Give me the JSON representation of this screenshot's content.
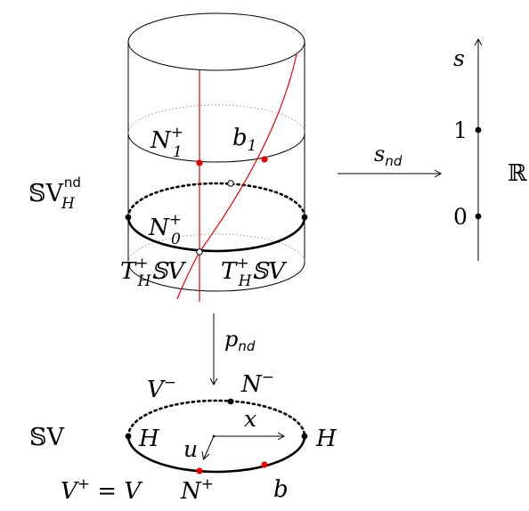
{
  "labels": {
    "svh_nd_main": "𝕊V",
    "svh_nd_sub": "H",
    "svh_nd_sup": "nd",
    "n1_main": "N",
    "n1_sup": "+",
    "n1_sub": "1",
    "b1_main": "b",
    "b1_sub": "1",
    "n0_main": "N",
    "n0_sup": "+",
    "n0_sub": "0",
    "th_left_main": "T",
    "th_left_sup": "+",
    "th_left_sub": "H",
    "th_left_tail": "𝕊V",
    "th_right_main": "T",
    "th_right_sup": "+",
    "th_right_sub": "H",
    "th_right_tail": "𝕊V",
    "snd_main": "s",
    "snd_sub": "nd",
    "reals": "ℝ",
    "s_axis": "s",
    "tick_one": "1",
    "tick_zero": "0",
    "pnd_main": "p",
    "pnd_sub": "nd",
    "sv": "𝕊V",
    "v_minus_main": "V",
    "v_minus_sup": "−",
    "n_minus_main": "N",
    "n_minus_sup": "−",
    "x": "x",
    "u": "u",
    "h_left": "H",
    "h_right": "H",
    "v_plus_main": "V",
    "v_plus_sup": "+",
    "v_plus_tail": " = V",
    "n_plus_main": "N",
    "n_plus_sup": "+",
    "b": "b"
  },
  "colors": {
    "ink": "#000000",
    "red": "#e60000",
    "dotted_gray": "#9a9a9a"
  }
}
